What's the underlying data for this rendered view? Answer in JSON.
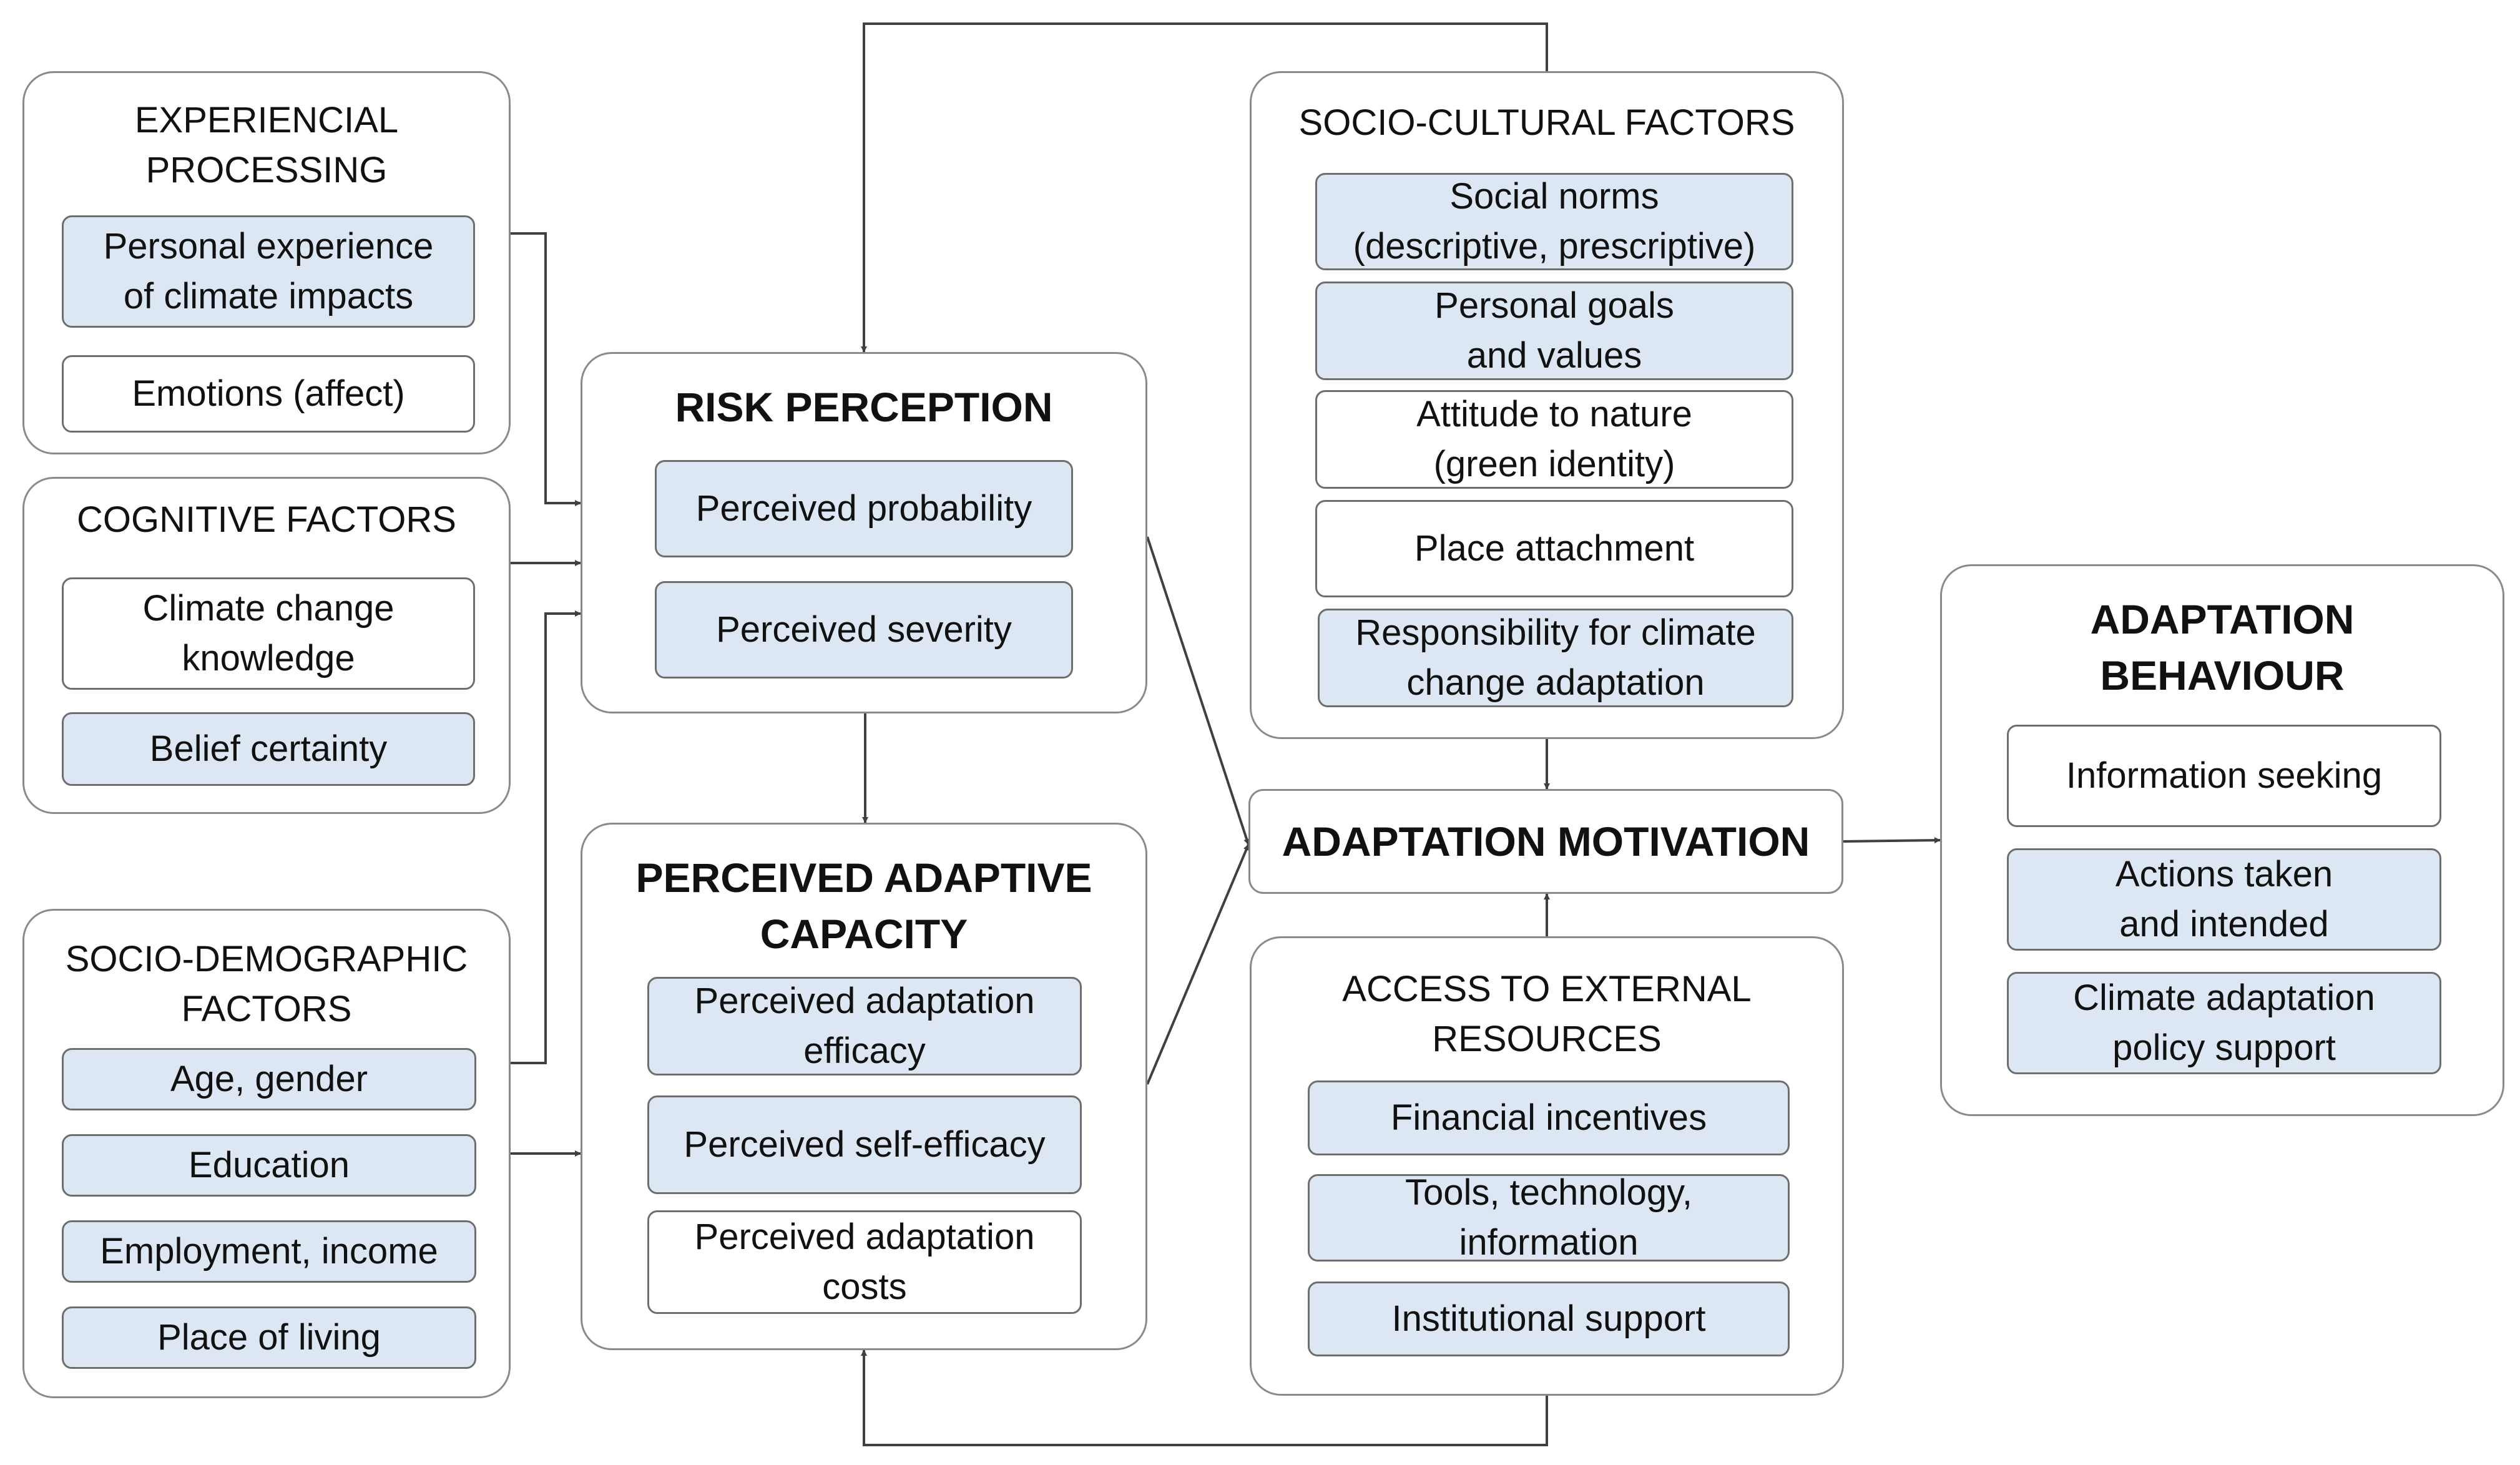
{
  "colors": {
    "item_fill": "#dde7f3",
    "border": "#8a8a8a",
    "arrow": "#404040"
  },
  "experiencial": {
    "title": "EXPERIENCIAL\nPROCESSING",
    "items": [
      "Personal experience\nof climate impacts",
      "Emotions (affect)"
    ]
  },
  "cognitive": {
    "title": "COGNITIVE FACTORS",
    "items": [
      "Climate change\nknowledge",
      "Belief certainty"
    ]
  },
  "sociodemo": {
    "title": "SOCIO-DEMOGRAPHIC\nFACTORS",
    "items": [
      "Age, gender",
      "Education",
      "Employment, income",
      "Place of living"
    ]
  },
  "risk": {
    "title": "RISK PERCEPTION",
    "items": [
      "Perceived probability",
      "Perceived severity"
    ]
  },
  "capacity": {
    "title": "PERCEIVED ADAPTIVE\nCAPACITY",
    "items": [
      "Perceived adaptation\nefficacy",
      "Perceived self-efficacy",
      "Perceived adaptation\ncosts"
    ]
  },
  "sociocultural": {
    "title": "SOCIO-CULTURAL FACTORS",
    "items": [
      "Social norms\n(descriptive, prescriptive)",
      "Personal goals\nand values",
      "Attitude to nature\n(green identity)",
      "Place attachment",
      "Responsibility for climate\nchange adaptation"
    ]
  },
  "motivation": {
    "title": "ADAPTATION MOTIVATION"
  },
  "external": {
    "title": "ACCESS TO EXTERNAL\nRESOURCES",
    "items": [
      "Financial incentives",
      "Tools, technology,\ninformation",
      "Institutional support"
    ]
  },
  "behaviour": {
    "title": "ADAPTATION\nBEHAVIOUR",
    "items": [
      "Information seeking",
      "Actions taken\nand intended",
      "Climate adaptation\npolicy support"
    ]
  }
}
